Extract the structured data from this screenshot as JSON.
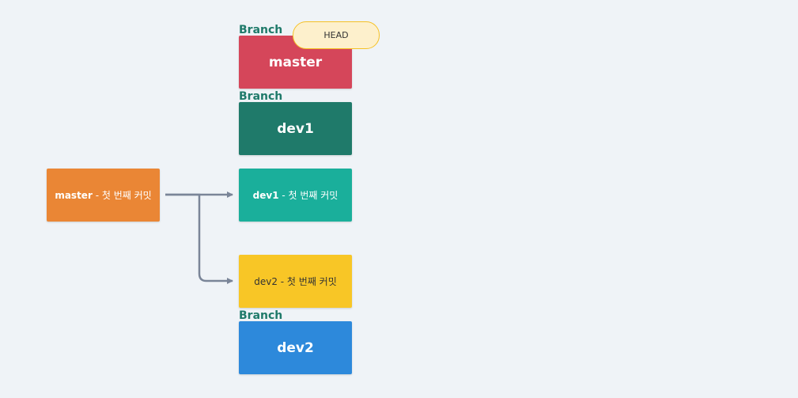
{
  "commits": {
    "master": {
      "name": "master",
      "rest": " - 첫 번째 커밋",
      "color": "#ea8635",
      "text_color": "#ffffff"
    },
    "dev1": {
      "name": "dev1",
      "rest": " - 첫 번째 커밋",
      "color": "#1aaf9b",
      "text_color": "#ffffff"
    },
    "dev2": {
      "name": "dev2",
      "rest": " - 첫 번째 커밋",
      "color": "#f8c626",
      "text_color": "#333333"
    }
  },
  "branches": {
    "master": {
      "tag": "Branch",
      "name": "master",
      "color": "#d5465a"
    },
    "dev1": {
      "tag": "Branch",
      "name": "dev1",
      "color": "#1f7a6a"
    },
    "dev2": {
      "tag": "Branch",
      "name": "dev2",
      "color": "#2d89db"
    }
  },
  "head": {
    "label": "HEAD"
  },
  "edges": [
    {
      "from": "master-commit",
      "to": "dev1-commit"
    },
    {
      "from": "master-commit",
      "to": "dev2-commit"
    }
  ]
}
